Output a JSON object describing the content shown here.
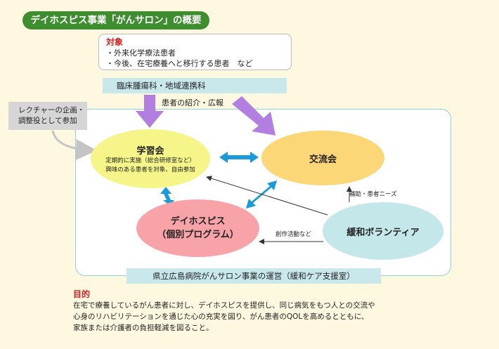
{
  "title": "デイホスピス事業「がんサロン」の概要",
  "target": {
    "heading": "対象",
    "lines": [
      "・外来化学療法患者",
      "・今後、在宅療養へと移行する患者　など"
    ]
  },
  "department": "臨床腫瘍科・地域連携科",
  "lecture_role": [
    "レクチャーの企画・",
    "調整役として参加"
  ],
  "referral_label": "患者の紹介・広報",
  "nodes": {
    "gakushukai": {
      "title": "学習会",
      "lines": [
        "定期的に実施（総合研修室など）",
        "興味のある患者を対象、自由参加"
      ]
    },
    "koryukai": {
      "title": "交流会"
    },
    "dayhospice": {
      "lines": [
        "デイホスピス",
        "（個別プログラム）"
      ]
    },
    "kanwa": {
      "title": "緩和ボランティア"
    }
  },
  "edge_labels": {
    "support": "補助・患者ニーズ",
    "creative": "創作活動など"
  },
  "operation": "県立広島病院がんサロン事業の運営（緩和ケア支援室）",
  "purpose": {
    "heading": "目的",
    "lines": [
      "在宅で療養しているがん患者に対し、デイホスピスを提供し、同じ病気をもつ人との交流や",
      "心身のリハビリテーションを通じた心の充実を図り、がん患者のQOLを高めるとともに、",
      "家族または介護者の負担軽減を図ること。"
    ]
  },
  "colors": {
    "title_bg": "#3e8e2f",
    "frame": "#8ed2d8",
    "gakushukai": "#f5f58a",
    "koryukai": "#fcd778",
    "dayhospice": "#f8a3a8",
    "kanwa": "#c4e8ea",
    "purple_arrow": "#b27fe0",
    "blue_arrow": "#1a9ad8",
    "heading_red": "#d02020"
  }
}
